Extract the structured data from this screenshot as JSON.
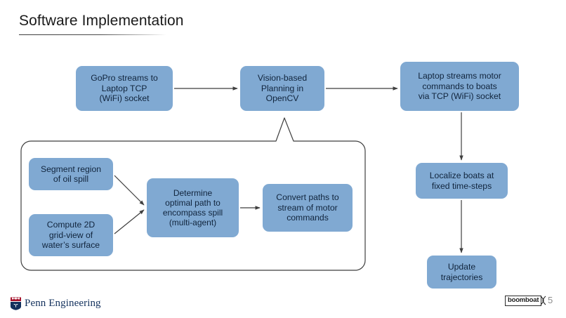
{
  "slide": {
    "title": "Software Implementation",
    "page_number": "5",
    "accent_color": "#80a9d2",
    "text_color": "#10243c",
    "line_color": "#3f3f3f",
    "background": "#ffffff"
  },
  "nodes": {
    "gopro": "GoPro streams to\nLaptop TCP\n(WiFi) socket",
    "vision": "Vision-based\nPlanning in\nOpenCV",
    "laptop": "Laptop streams motor\ncommands  to boats\nvia TCP (WiFi) socket",
    "localize": "Localize boats at\nfixed time-steps",
    "update": "Update\ntrajectories",
    "segment": "Segment region\nof oil spill",
    "compute": "Compute 2D\ngrid-view of\nwater’s surface",
    "determine": "Determine\noptimal path to\nencompass spill\n(multi-agent)",
    "convert": "Convert paths to\nstream of motor\ncommands"
  },
  "footer": {
    "penn_logo_text": "Penn Engineering",
    "boomboat_label": "boomboat"
  }
}
